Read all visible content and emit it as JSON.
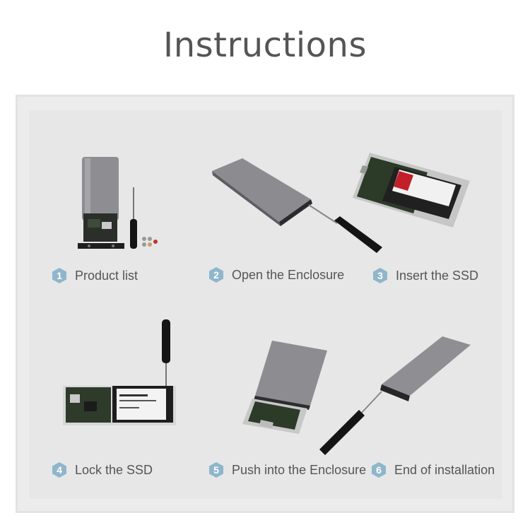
{
  "title": "Instructions",
  "steps": [
    {
      "number": "1",
      "label": "Product list"
    },
    {
      "number": "2",
      "label": "Open the Enclosure"
    },
    {
      "number": "3",
      "label": "Insert the SSD"
    },
    {
      "number": "4",
      "label": "Lock the SSD"
    },
    {
      "number": "5",
      "label": "Push into the Enclosure"
    },
    {
      "number": "6",
      "label": "End of installation"
    }
  ],
  "colors": {
    "badge": "#8fb6cb",
    "text": "#555555",
    "panel": "#e7e7e7"
  }
}
